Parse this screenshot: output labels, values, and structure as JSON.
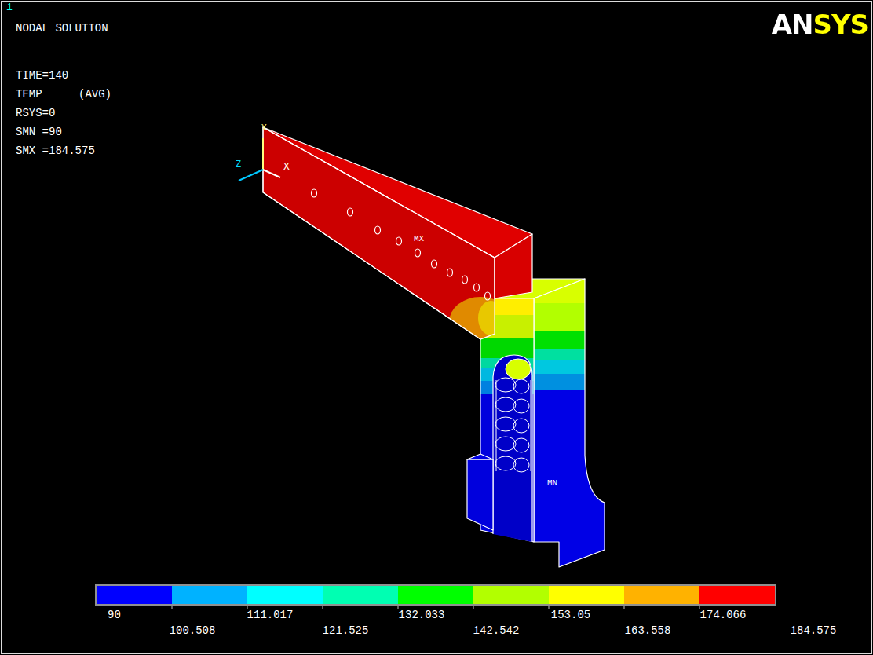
{
  "diagram": {
    "labels": [
      "1",
      "NODAL SOLUTION",
      "TIME=140",
      "TEMP",
      "(AVG)",
      "RSYS=0",
      "SMN =90",
      "SMX =184.575",
      "ANSYS",
      "Y",
      "Z",
      "X",
      "MX",
      "MN",
      "90",
      "100.508",
      "111.017",
      "121.525",
      "132.033",
      "142.542",
      "153.05",
      "163.558",
      "174.066",
      "184.575"
    ]
  }
}
